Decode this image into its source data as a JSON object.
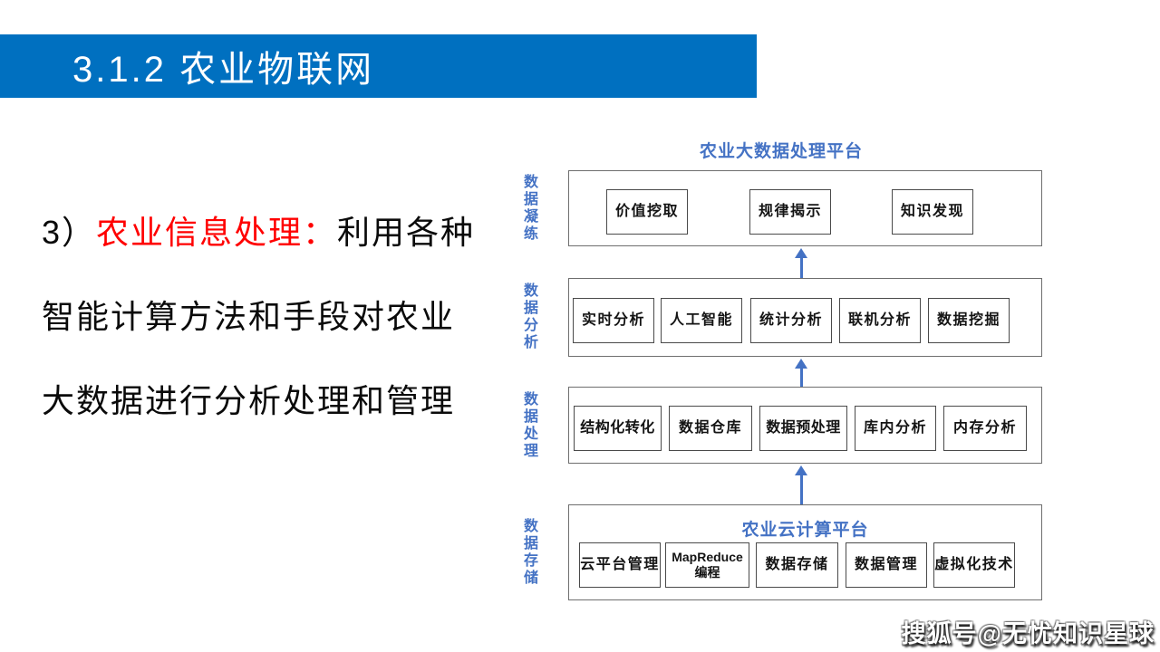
{
  "slide": {
    "header": {
      "title": "3.1.2 农业物联网",
      "bg_color": "#0070C0"
    },
    "body_text": {
      "line1_prefix": "3）",
      "line1_highlight": "农业信息处理：",
      "line1_rest": "利用各种",
      "line2": "智能计算方法和手段对农业",
      "line3": "大数据进行分析处理和管理",
      "highlight_color": "#FF0000"
    },
    "diagram": {
      "title": "农业大数据处理平台",
      "accent_color": "#4472C4",
      "layers": [
        {
          "label": "数据凝练",
          "boxes": [
            "价值挖取",
            "规律揭示",
            "知识发现"
          ]
        },
        {
          "label": "数据分析",
          "boxes": [
            "实时分析",
            "人工智能",
            "统计分析",
            "联机分析",
            "数据挖掘"
          ]
        },
        {
          "label": "数据处理",
          "boxes": [
            "结构化转化",
            "数据仓库",
            "数据预处理",
            "库内分析",
            "内存分析"
          ]
        },
        {
          "label": "数据存储",
          "inner_title": "农业云计算平台",
          "boxes": [
            "云平台管理",
            "MapReduce编程",
            "数据存储",
            "数据管理",
            "虚拟化技术"
          ]
        }
      ]
    },
    "watermark": "搜狐号@无忧知识星球"
  }
}
